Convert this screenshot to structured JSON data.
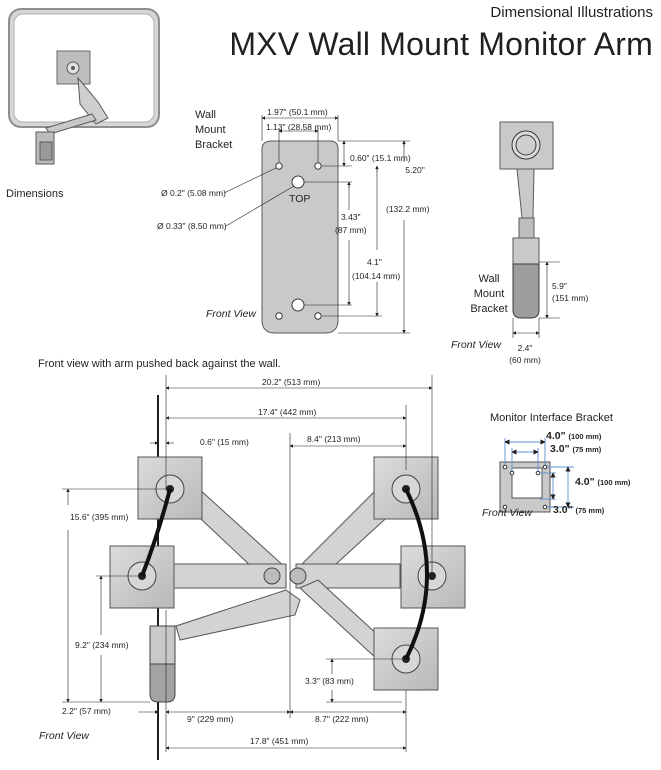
{
  "header": {
    "supertitle": "Dimensional Illustrations",
    "title": "MXV Wall Mount Monitor Arm"
  },
  "hero": {
    "caption": "Dimensions"
  },
  "bracket_view": {
    "title_lines": [
      "Wall",
      "Mount",
      "Bracket"
    ],
    "dims": {
      "width_total": "1.97\" (50.1 mm)",
      "hole_spacing": "1.13\" (28.58 mm)",
      "top_offset": "0.60\" (15.1 mm)",
      "height_total_in": "5.20\"",
      "height_total_mm": "(132.2 mm)",
      "span_1_in": "3.43\"",
      "span_1_mm": "(87 mm)",
      "span_2_in": "4.1\"",
      "span_2_mm": "(104.14 mm)",
      "small_hole": "Ø 0.2\" (5.08 mm)",
      "large_hole": "Ø 0.33\" (8.50 mm)"
    },
    "top_label": "TOP",
    "view_label": "Front View"
  },
  "side_view": {
    "title_lines": [
      "Wall",
      "Mount",
      "Bracket"
    ],
    "height_in": "5.9\"",
    "height_mm": "(151 mm)",
    "width_in": "2.4\"",
    "width_mm": "(60 mm)",
    "view_label": "Front View"
  },
  "arm_view": {
    "caption": "Front view with arm pushed back against the wall.",
    "dims": {
      "d_20_2": "20.2\" (513 mm)",
      "d_17_4": "17.4\" (442 mm)",
      "d_0_6": "0.6\" (15 mm)",
      "d_8_4": "8.4\" (213 mm)",
      "d_15_6": "15.6\" (395 mm)",
      "d_9_2": "9.2\" (234 mm)",
      "d_3_3": "3.3\" (83 mm)",
      "d_2_2": "2.2\" (57 mm)",
      "d_9": "9\" (229 mm)",
      "d_8_7": "8.7\" (222 mm)",
      "d_17_8": "17.8\" (451 mm)"
    },
    "view_label": "Front View"
  },
  "mib": {
    "title": "Monitor Interface Bracket",
    "top_outer_in": "4.0\"",
    "top_outer_mm": "(100 mm)",
    "top_inner_in": "3.0\"",
    "top_inner_mm": "(75 mm)",
    "right_outer_in": "4.0\"",
    "right_outer_mm": "(100 mm)",
    "right_inner_in": "3.0\"",
    "right_inner_mm": "(75 mm)",
    "view_label": "Front View"
  },
  "colors": {
    "line": "#231f20",
    "plate_fill": "#cfcfcf",
    "plate_dark": "#9c9c9c",
    "mib_blue": "#5b8fd6"
  }
}
